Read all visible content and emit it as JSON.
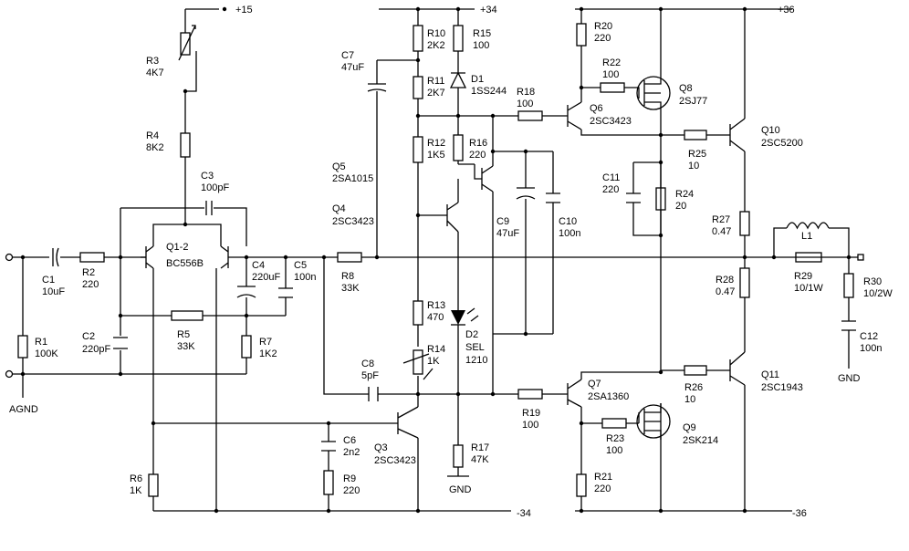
{
  "rails": {
    "p15": "+15",
    "p34": "+34",
    "p36": "+36",
    "n34": "-34",
    "n36": "-36",
    "agnd": "AGND",
    "gnd_d": "GND",
    "gnd_out": "GND"
  },
  "components": {
    "R1": {
      "ref": "R1",
      "value": "100K"
    },
    "R2": {
      "ref": "R2",
      "value": "220"
    },
    "R3": {
      "ref": "R3",
      "value": "4K7"
    },
    "R4": {
      "ref": "R4",
      "value": "8K2"
    },
    "R5": {
      "ref": "R5",
      "value": "33K"
    },
    "R6": {
      "ref": "R6",
      "value": "1K"
    },
    "R7": {
      "ref": "R7",
      "value": "1K2"
    },
    "R8": {
      "ref": "R8",
      "value": "33K"
    },
    "R9": {
      "ref": "R9",
      "value": "220"
    },
    "R10": {
      "ref": "R10",
      "value": "2K2"
    },
    "R11": {
      "ref": "R11",
      "value": "2K7"
    },
    "R12": {
      "ref": "R12",
      "value": "1K5"
    },
    "R13": {
      "ref": "R13",
      "value": "470"
    },
    "R14": {
      "ref": "R14",
      "value": "1K"
    },
    "R15": {
      "ref": "R15",
      "value": "100"
    },
    "R16": {
      "ref": "R16",
      "value": "220"
    },
    "R17": {
      "ref": "R17",
      "value": "47K"
    },
    "R18": {
      "ref": "R18",
      "value": "100"
    },
    "R19": {
      "ref": "R19",
      "value": "100"
    },
    "R20": {
      "ref": "R20",
      "value": "220"
    },
    "R21": {
      "ref": "R21",
      "value": "220"
    },
    "R22": {
      "ref": "R22",
      "value": "100"
    },
    "R23": {
      "ref": "R23",
      "value": "100"
    },
    "R24": {
      "ref": "R24",
      "value": "20"
    },
    "R25": {
      "ref": "R25",
      "value": "10"
    },
    "R26": {
      "ref": "R26",
      "value": "10"
    },
    "R27": {
      "ref": "R27",
      "value": "0.47"
    },
    "R28": {
      "ref": "R28",
      "value": "0.47"
    },
    "R29": {
      "ref": "R29",
      "value": "10/1W"
    },
    "R30": {
      "ref": "R30",
      "value": "10/2W"
    },
    "C1": {
      "ref": "C1",
      "value": "10uF"
    },
    "C2": {
      "ref": "C2",
      "value": "220pF"
    },
    "C3": {
      "ref": "C3",
      "value": "100pF"
    },
    "C4": {
      "ref": "C4",
      "value": "220uF"
    },
    "C5": {
      "ref": "C5",
      "value": "100n"
    },
    "C6": {
      "ref": "C6",
      "value": "2n2"
    },
    "C7": {
      "ref": "C7",
      "value": "47uF"
    },
    "C8": {
      "ref": "C8",
      "value": "5pF"
    },
    "C9": {
      "ref": "C9",
      "value": "47uF"
    },
    "C10": {
      "ref": "C10",
      "value": "100n"
    },
    "C11": {
      "ref": "C11",
      "value": "220"
    },
    "C12": {
      "ref": "C12",
      "value": "100n"
    },
    "D1": {
      "ref": "D1",
      "value": "1SS244"
    },
    "D2": {
      "ref": "D2",
      "value": "SEL",
      "value2": "1210"
    },
    "L1": {
      "ref": "L1"
    },
    "Q12": {
      "ref": "Q1-2",
      "value": "BC556B"
    },
    "Q3": {
      "ref": "Q3",
      "value": "2SC3423"
    },
    "Q4": {
      "ref": "Q4",
      "value": "2SC3423"
    },
    "Q5": {
      "ref": "Q5",
      "value": "2SA1015"
    },
    "Q6": {
      "ref": "Q6",
      "value": "2SC3423"
    },
    "Q7": {
      "ref": "Q7",
      "value": "2SA1360"
    },
    "Q8": {
      "ref": "Q8",
      "value": "2SJ77"
    },
    "Q9": {
      "ref": "Q9",
      "value": "2SK214"
    },
    "Q10": {
      "ref": "Q10",
      "value": "2SC5200"
    },
    "Q11": {
      "ref": "Q11",
      "value": "2SC1943"
    }
  }
}
